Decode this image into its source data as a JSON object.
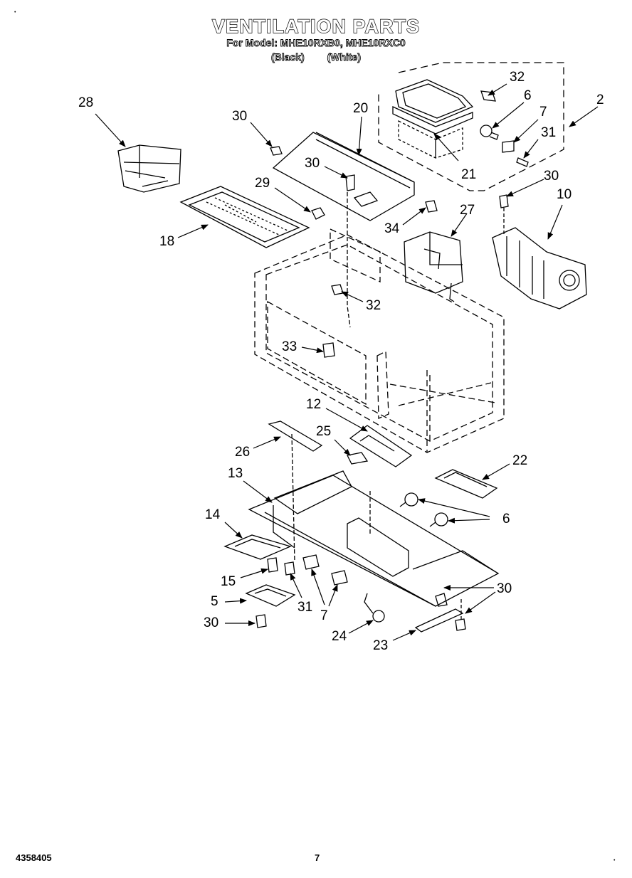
{
  "header": {
    "title": "VENTILATION PARTS",
    "model_line": "For Model: MHE10RXB0, MHE10RXC0",
    "variant_black": "(Black)",
    "variant_white": "(White)"
  },
  "callouts": {
    "c28": "28",
    "c30a": "30",
    "c20": "20",
    "c32a": "32",
    "c6a": "6",
    "c7a": "7",
    "c2": "2",
    "c31a": "31",
    "c30b": "30",
    "c21": "21",
    "c30c": "30",
    "c29": "29",
    "c10": "10",
    "c27": "27",
    "c34": "34",
    "c18": "18",
    "c32b": "32",
    "c33": "33",
    "c12": "12",
    "c25": "25",
    "c26": "26",
    "c22": "22",
    "c13": "13",
    "c6b": "6",
    "c14": "14",
    "c30d": "30",
    "c15": "15",
    "c31b": "31",
    "c5": "5",
    "c7b": "7",
    "c30e": "30",
    "c24": "24",
    "c23": "23"
  },
  "footer": {
    "doc_number": "4358405",
    "page_number": "7"
  }
}
